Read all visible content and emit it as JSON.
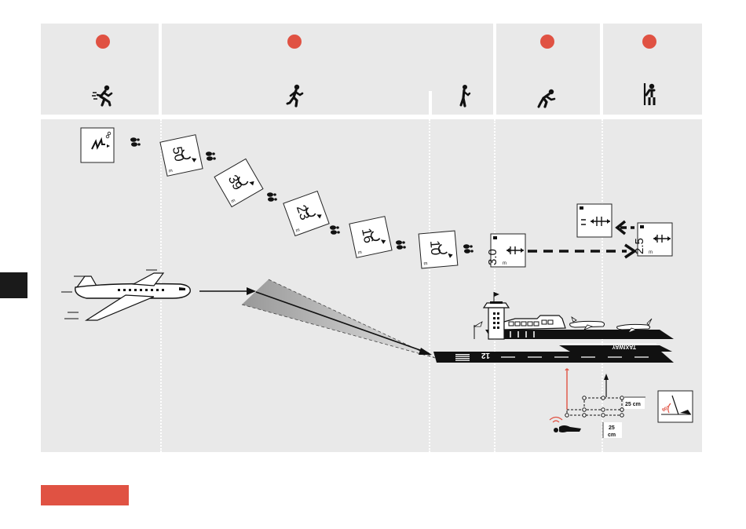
{
  "colors": {
    "accent": "#e05243",
    "panel": "#e9e9e9",
    "ink": "#111111",
    "dark_tab": "#1a1a1a"
  },
  "phases": [
    {
      "name": "phase-1",
      "icon": "running-icon"
    },
    {
      "name": "phase-2",
      "icon": "walking-fast-icon",
      "sub_icon": "walking-slow-icon"
    },
    {
      "name": "phase-3",
      "icon": "crouching-icon"
    },
    {
      "name": "phase-4",
      "icon": "standing-with-probe-icon"
    }
  ],
  "displays": {
    "signal": {
      "icon": "signal-lightning-icon"
    },
    "distances": [
      {
        "value": "50",
        "unit": "m"
      },
      {
        "value": "39",
        "unit": "m"
      },
      {
        "value": "23",
        "unit": "m"
      },
      {
        "value": "16",
        "unit": "m"
      },
      {
        "value": "10",
        "unit": "m"
      }
    ],
    "fine": [
      {
        "value": "3.0",
        "unit": "m"
      },
      {
        "value": "2.5",
        "unit": "m"
      }
    ]
  },
  "airport": {
    "runway_number": "12",
    "taxiway_label": "TAXIWAY"
  },
  "grid": {
    "label_horizontal": "25 cm",
    "label_vertical_top": "25",
    "label_vertical_bottom": "cm"
  },
  "probe_angle": "90°"
}
